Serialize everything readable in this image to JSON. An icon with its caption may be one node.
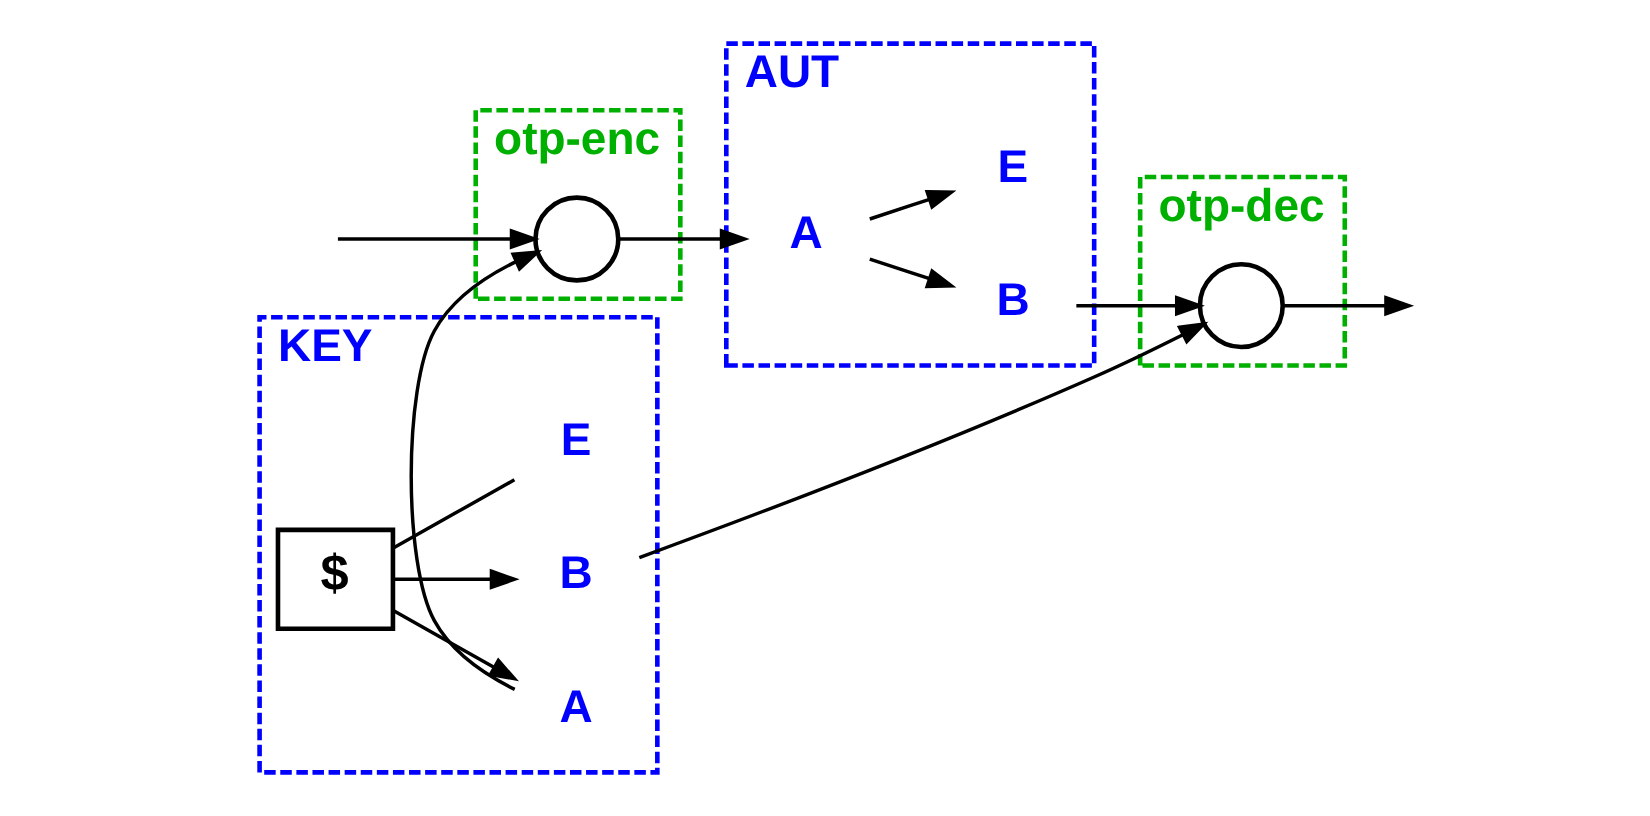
{
  "diagram": {
    "nodes": [
      {
        "text": [
          "otp-enc"
        ]
      },
      {
        "text": [
          "KEY"
        ]
      },
      {
        "text": [
          "otp-dec"
        ]
      },
      {
        "text": [
          "$"
        ],
        "in": 1
      },
      {
        "text": [
          "A"
        ],
        "in": 1
      },
      {
        "text": [
          "B"
        ],
        "in": 1
      },
      {
        "text": [
          "E"
        ],
        "in": 1
      },
      {
        "text": [
          "AUT"
        ]
      },
      {
        "text": [
          "A"
        ],
        "in": 7
      },
      {
        "text": [
          "B"
        ],
        "in": 7
      },
      {
        "text": [
          "E"
        ],
        "in": 7
      },
      {
        "text": [],
        "shape": "circle",
        "in": 0
      },
      {
        "text": [],
        "shape": "circle",
        "in": 2
      }
    ],
    "edges": [
      {
        "from": 3,
        "to": 4,
        "arrow": "to"
      },
      {
        "from": 3,
        "to": 5,
        "arrow": "to"
      },
      {
        "from": 3,
        "to": 6,
        "arrow": "none"
      },
      {
        "from": 4,
        "to": 11,
        "arrow": "to"
      },
      {
        "from": 5,
        "to": 12,
        "arrow": "to"
      },
      {
        "from": null,
        "to": 11,
        "arrow": "to"
      },
      {
        "from": 11,
        "to": 8,
        "arrow": "to"
      },
      {
        "from": 8,
        "to": 9,
        "arrow": "to"
      },
      {
        "from": 8,
        "to": 10,
        "arrow": "to"
      },
      {
        "from": 9,
        "to": 12,
        "arrow": "to"
      },
      {
        "from": 12,
        "to": null,
        "arrow": "to"
      }
    ]
  }
}
